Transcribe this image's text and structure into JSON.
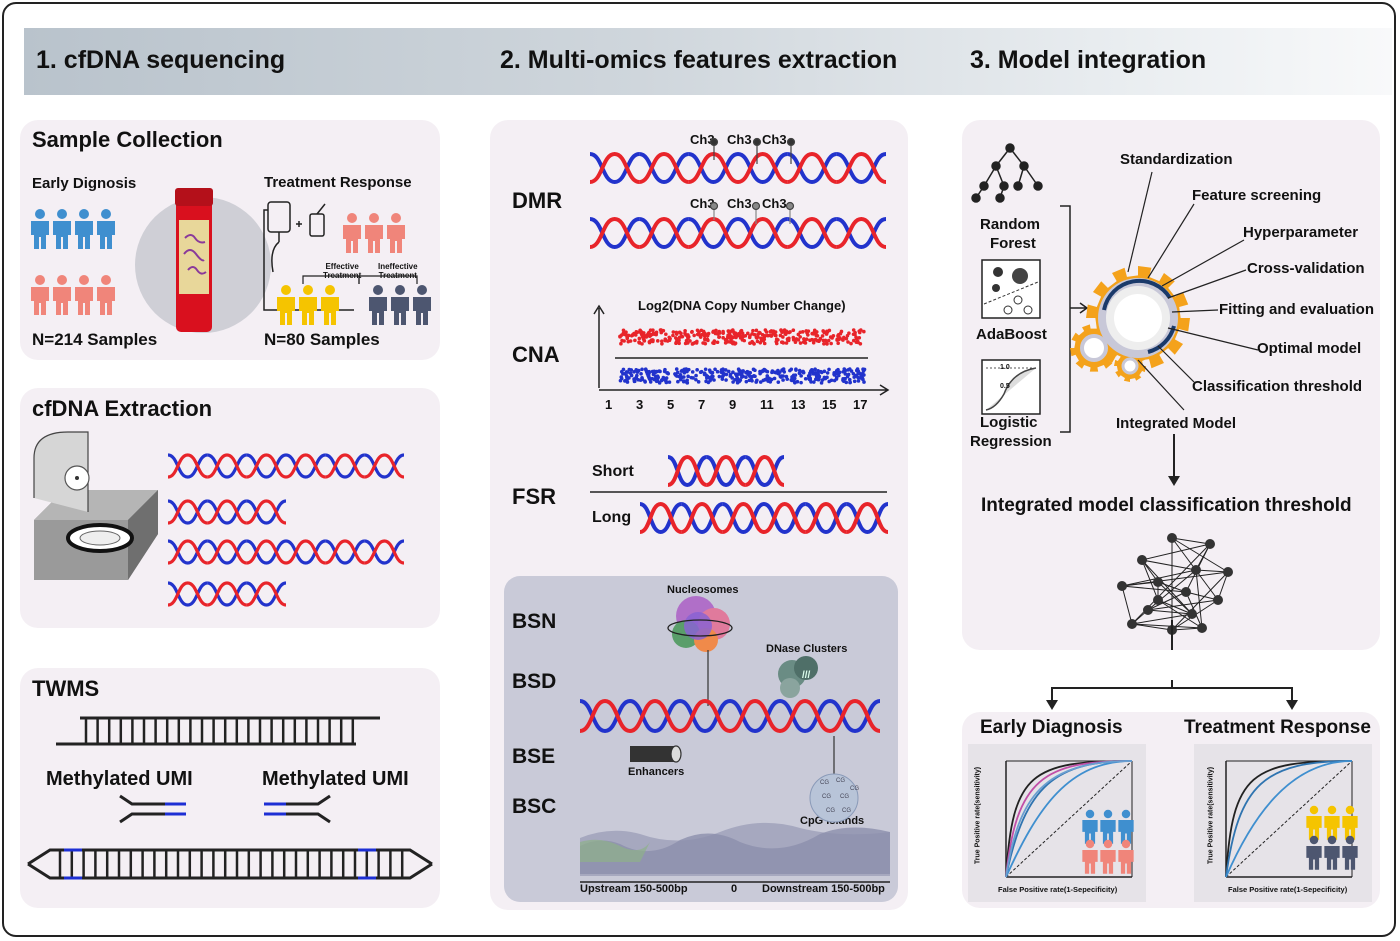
{
  "headers": {
    "step1": "1. cfDNA sequencing",
    "step2": "2. Multi-omics features extraction",
    "step3": "3. Model integration"
  },
  "sample_collection": {
    "title": "Sample Collection",
    "early_diagnosis": "Early Dignosis",
    "treatment_response": "Treatment Response",
    "n_early": "N=214 Samples",
    "n_treatment": "N=80 Samples",
    "effective_treatment": "Effective\nTreatment",
    "ineffective_treatment": "Ineffective\nTreatment"
  },
  "cfdna_extraction": {
    "title": "cfDNA Extraction"
  },
  "twms": {
    "title": "TWMS",
    "umi_left": "Methylated UMI",
    "umi_right": "Methylated UMI"
  },
  "features": {
    "dmr": "DMR",
    "ch3": "Ch3",
    "cna": "CNA",
    "cna_title": "Log2(DNA Copy Number Change)",
    "cna_ticks": [
      "1",
      "3",
      "5",
      "7",
      "9",
      "11",
      "13",
      "15",
      "17"
    ],
    "fsr": "FSR",
    "short": "Short",
    "long": "Long",
    "bsn": "BSN",
    "bsd": "BSD",
    "bse": "BSE",
    "bsc": "BSC",
    "nucleosomes": "Nucleosomes",
    "dnase_clusters": "DNase Clusters",
    "enhancers": "Enhancers",
    "cpg_islands": "CpG Islands",
    "cg": "CG",
    "upstream": "Upstream 150-500bp",
    "zero": "0",
    "downstream": "Downstream 150-500bp"
  },
  "model": {
    "random_forest_1": "Random",
    "random_forest_2": "Forest",
    "adaboost": "AdaBoost",
    "logistic_1": "Logistic",
    "logistic_2": "Regression",
    "logit_tick_high": "1.0",
    "logit_tick_mid": "0.5",
    "steps": [
      "Standardization",
      "Feature screening",
      "Hyperparameter",
      "Cross-validation",
      "Fitting and evaluation",
      "Optimal model",
      "Classification threshold"
    ],
    "integrated_model": "Integrated Model",
    "threshold_title": "Integrated model classification threshold"
  },
  "outcomes": {
    "early_diagnosis": "Early Diagnosis",
    "treatment_response": "Treatment Response",
    "y_axis": "True Positive rate(sensitivity)",
    "x_axis": "False Positive rate(1-Sepecificity)"
  },
  "colors": {
    "dna_red": "#e8242a",
    "dna_blue": "#2233cc",
    "person_blue": "#3f8fcf",
    "person_salmon": "#f0857a",
    "person_yellow": "#f5c400",
    "person_slate": "#4d5670",
    "gear_orange": "#f4a21b",
    "panel_bg": "#f4eff4"
  }
}
